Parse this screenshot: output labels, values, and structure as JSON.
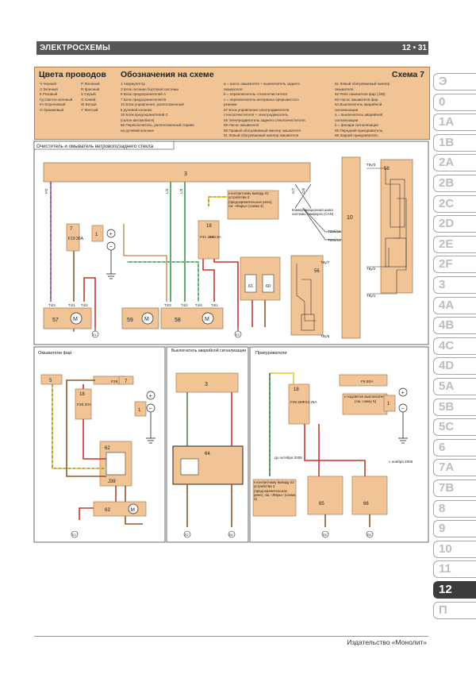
{
  "header": {
    "section": "ЭЛЕКТРОСХЕМЫ",
    "page": "12 • 31"
  },
  "legend": {
    "wire_colors_title": "Цвета проводов",
    "symbols_title": "Обозначения на схеме",
    "scheme": "Схема 7",
    "wire_colors": [
      "Ч  Черный",
      "З  Зеленый",
      "К  Розовый",
      "Гд  Светло-зеленый",
      "Кч  Коричневый",
      "О  Оранжевый",
      "Р  Лиловый",
      "R  Красный",
      "S  Серый",
      "G  Синий",
      "W  Белый",
      "Y  Желтый"
    ],
    "col1": [
      "1  Аккумулятор",
      "3  Блок питания бортовой системы",
      "5  Блок предохранителей А",
      "7  Блок предохранителей В",
      "10  Блок управления, расположенный",
      "    в рулевой колонке",
      "18  Блок предохранителей С",
      "    (салон автомобиля)",
      "56  Переключатель, расположенный справа",
      "    на рулевой колонке"
    ],
    "col2": [
      "a = насос омывателя + выключатель заднего",
      "    омывателя",
      "b = переключатель стеклоочистителя",
      "c = переключатель интервала прерывистого",
      "    режима",
      "57  Блок управления электродвигателя",
      "    стеклоочистителя + электродвигатель",
      "58  Электродвигатель заднего стеклоочистителя",
      "59  Насос омывателя",
      "60  Правый обогреваемый жиклер омывателя",
      "61  Левый обогреваемый жиклер омывателя"
    ],
    "col3": [
      "61  Левый обогреваемый жиклер",
      "    омывателя",
      "62  Реле омывателя фар (J39)",
      "63  Насос омывателя фар",
      "64  Выключатель аварийной",
      "    сигнализации",
      "a = выключатель аварийной",
      "    сигнализации",
      "b = фонари сигнализации",
      "65  Передний прикуриватель",
      "66  Задний прикуриватель"
    ]
  },
  "diagram": {
    "main_title": "Очиститель и омыватель ветрового/заднего стекла",
    "sub_titles": [
      "Омыватели фар",
      "Выключатель аварийной сигнализации",
      "Прикуриватели"
    ],
    "notes": {
      "contact_note_top": "к контактному выводу I/2 устройства 3 (предохранительное реле), см. «Фары» (схема 3)",
      "can_note": "Коммуникационная шина системы комфорта (CAN)",
      "contact_note_bottom": "к контактному выводу I/2 устройства 3 (предохранительное реле), см. «Фары» (схема 3)",
      "backlight_note": "к подсветке выключателя (см. схему 5)",
      "before_oct": "до октября 2005",
      "from_nov": "с ноября 2005"
    },
    "labels": {
      "u3": "3",
      "u10": "10",
      "u7": "7",
      "u18": "18",
      "u1": "1",
      "u56": "56",
      "u57": "57",
      "u58": "58",
      "u59": "59",
      "u60": "60",
      "u61": "61",
      "u62": "62",
      "u63": "63",
      "u64": "64",
      "u65": "65",
      "u66": "66",
      "u5": "5",
      "j39": "J39",
      "f19": "F19 30A",
      "f41": "F41 15A",
      "f46": "F46 5A",
      "f29": "F29 20A",
      "f36": "F36 20A",
      "f6": "F6 80A",
      "f28": "F28 20A",
      "f24": "F24 25A",
      "t_pins": [
        "T4/3",
        "T4/1",
        "T4/2",
        "T4/3",
        "T4/2",
        "T4/4",
        "T4/1"
      ],
      "t_small": [
        "T8y/3",
        "T8y/2",
        "T8y/1",
        "T8y/7",
        "T8y/6",
        "T20б/15",
        "T20б/14"
      ],
      "grounds": [
        "E1",
        "E2",
        "E3",
        "E6",
        "E8"
      ],
      "plus": "+",
      "minus": "−",
      "motor": "M"
    }
  },
  "tabs": {
    "items": [
      "Э",
      "0",
      "1A",
      "1B",
      "2A",
      "2B",
      "2C",
      "2D",
      "2E",
      "2F",
      "3",
      "4A",
      "4B",
      "4C",
      "4D",
      "5A",
      "5B",
      "5C",
      "6",
      "7A",
      "7B",
      "8",
      "9",
      "10",
      "11",
      "12",
      "П"
    ],
    "active": "12"
  },
  "footer": {
    "publisher": "Издательство «Монолит»"
  }
}
